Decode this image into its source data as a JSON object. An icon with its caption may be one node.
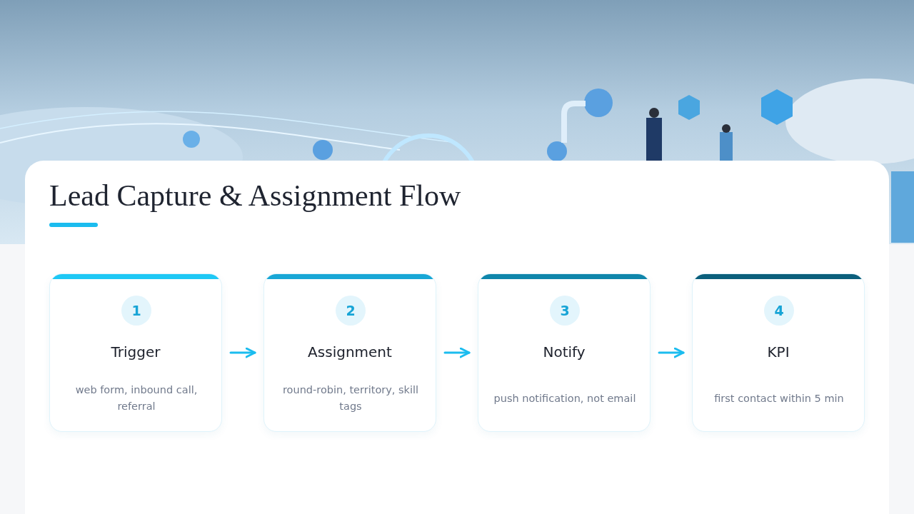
{
  "diagram": {
    "title": "Lead Capture & Assignment Flow",
    "nodes": [
      {
        "text": [
          "1",
          "Trigger",
          "web form, inbound call, referral"
        ]
      },
      {
        "text": [
          "2",
          "Assignment",
          "round-robin, territory, skill tags"
        ]
      },
      {
        "text": [
          "3",
          "Notify",
          "push notification, not email"
        ]
      },
      {
        "text": [
          "4",
          "KPI",
          "first contact within 5 min"
        ]
      }
    ],
    "edges": [
      {
        "from": 0,
        "to": 1,
        "arrow": "to"
      },
      {
        "from": 1,
        "to": 2,
        "arrow": "to"
      },
      {
        "from": 2,
        "to": 3,
        "arrow": "to"
      }
    ]
  }
}
